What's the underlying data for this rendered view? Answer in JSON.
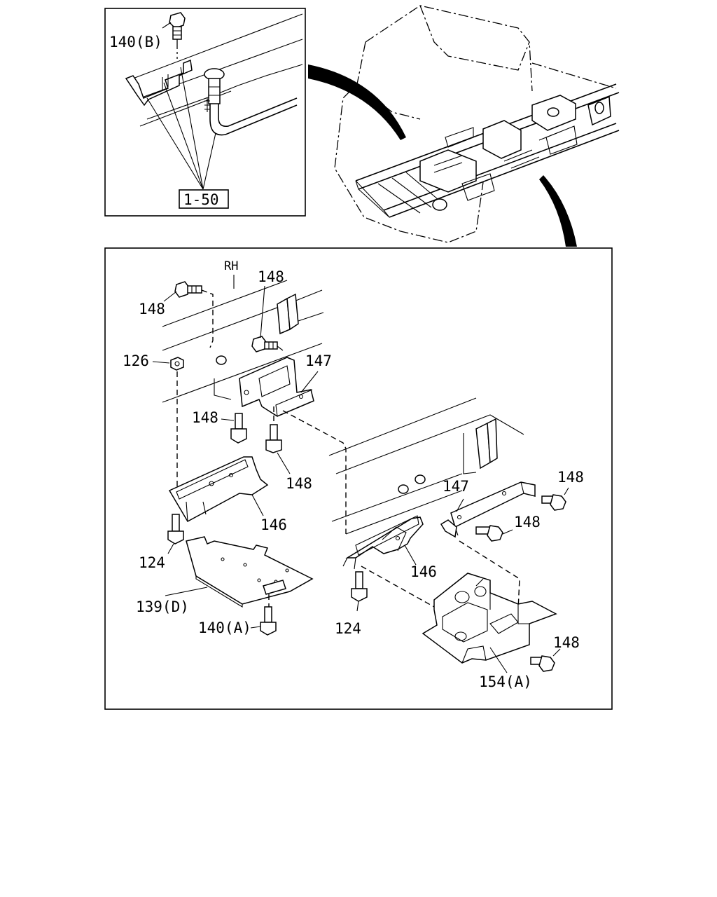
{
  "inset": {
    "labels": {
      "bolt_b": "140(B)",
      "ref": "1-50"
    }
  },
  "main": {
    "labels": {
      "rh": "RH",
      "l148a": "148",
      "l148b": "148",
      "l126": "126",
      "l147a": "147",
      "l148c": "148",
      "l148d": "148",
      "l146a": "146",
      "l124a": "124",
      "l139": "139(D)",
      "l140a": "140(A)",
      "l147b": "147",
      "l148e": "148",
      "l148f": "148",
      "l146b": "146",
      "l124b": "124",
      "l148g": "148",
      "l154": "154(A)"
    }
  }
}
